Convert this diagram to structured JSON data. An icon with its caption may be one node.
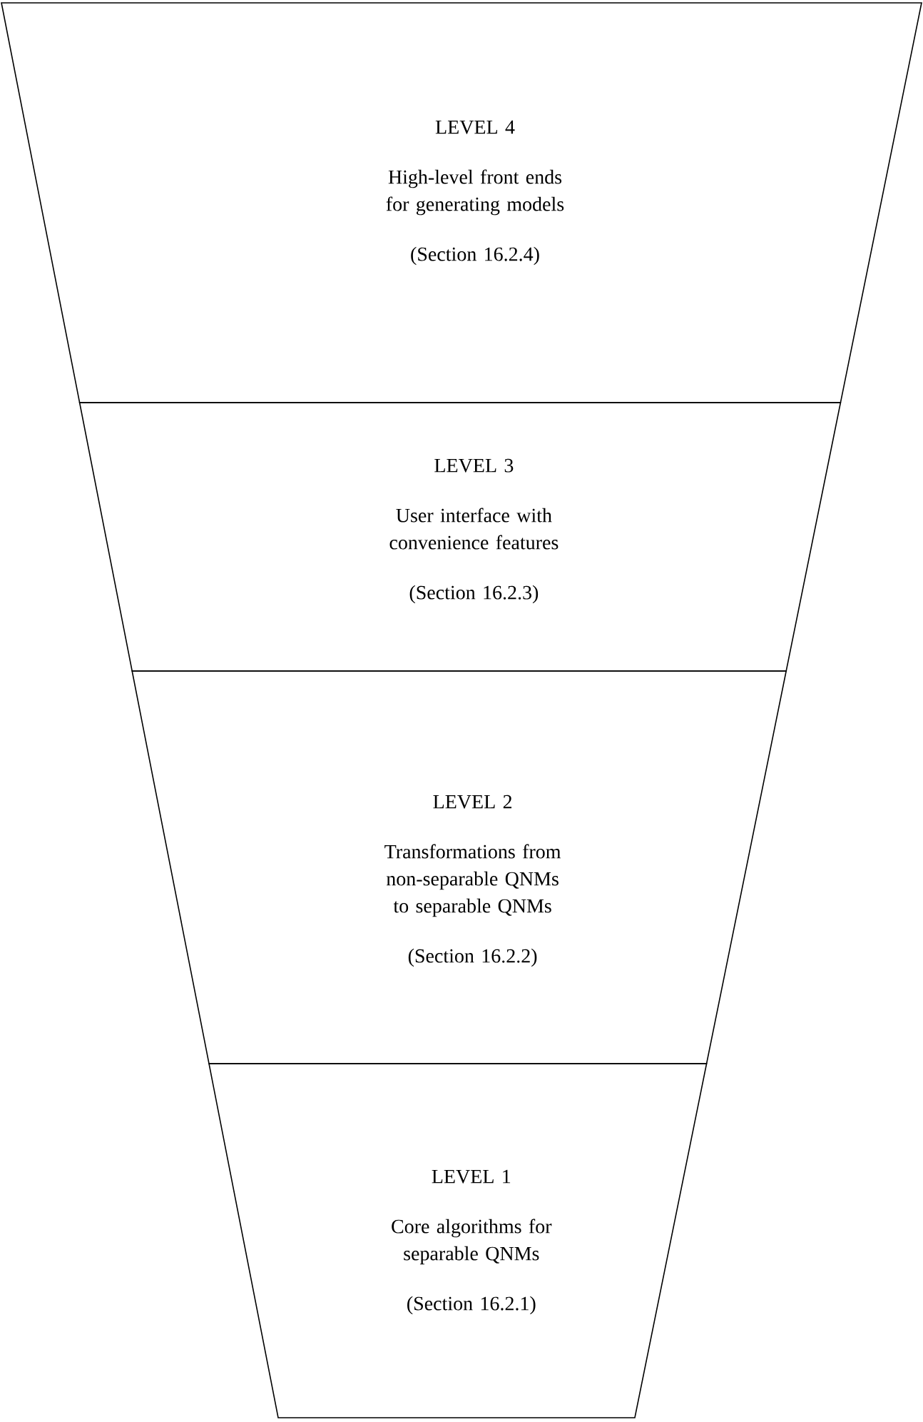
{
  "diagram": {
    "nodes": [
      {
        "text": [
          "LEVEL 4",
          "High-level front ends for generating models",
          "(Section 16.2.4)"
        ]
      },
      {
        "text": [
          "LEVEL 3",
          "User interface with convenience features",
          "(Section 16.2.3)"
        ]
      },
      {
        "text": [
          "LEVEL 2",
          "Transformations from non-separable QNMs to separable QNMs",
          "(Section 16.2.2)"
        ]
      },
      {
        "text": [
          "LEVEL 1",
          "Core algorithms for separable QNMs",
          "(Section 16.2.1)"
        ]
      }
    ]
  }
}
